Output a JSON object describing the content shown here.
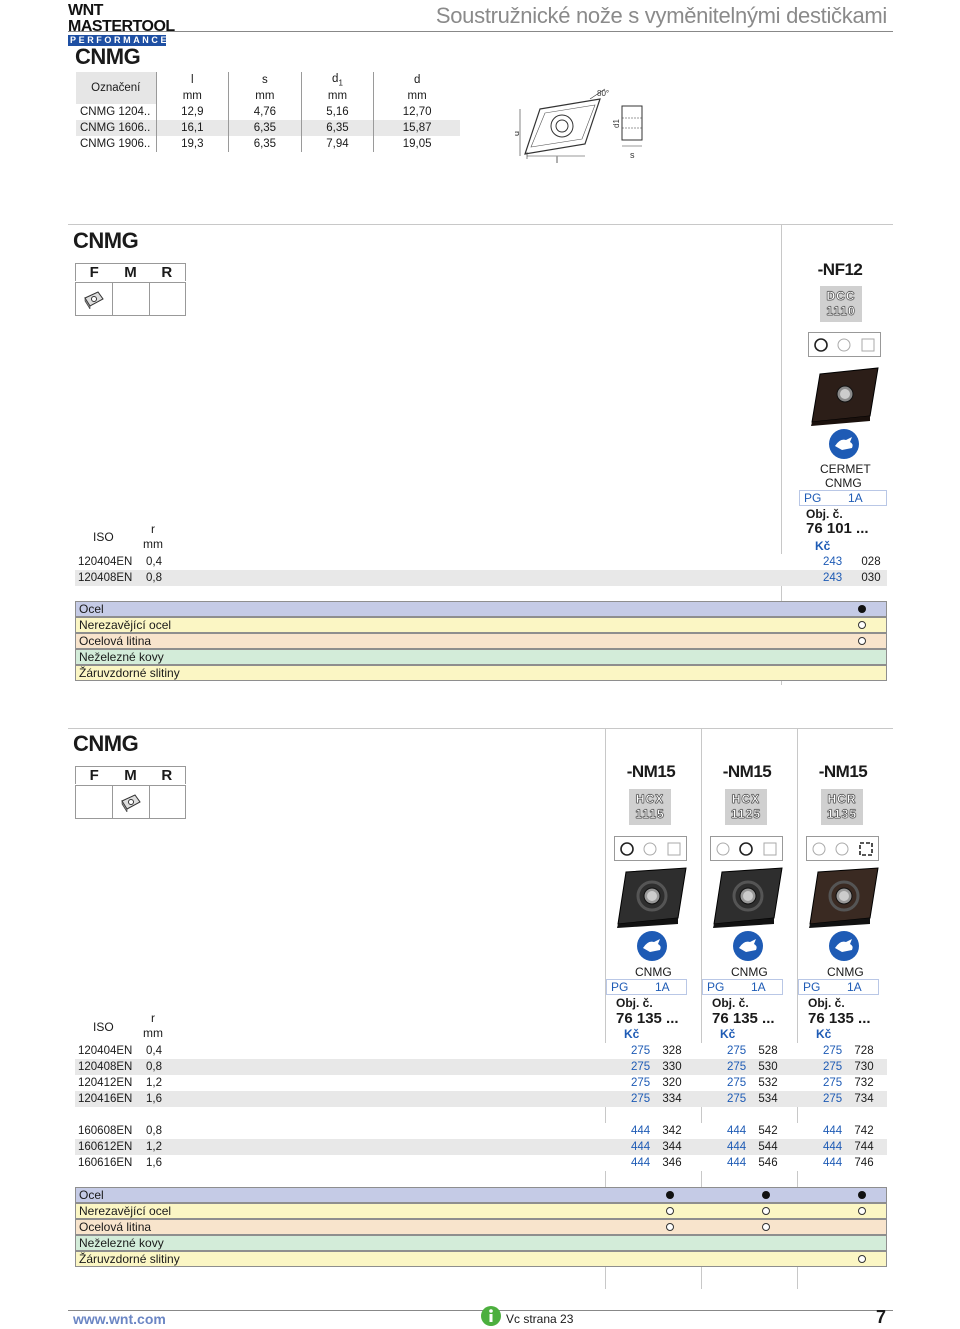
{
  "header": {
    "brand_line1": "WNT MASTERTOOL",
    "brand_line2": "PERFORMANCE",
    "doc_title": "Soustružnické nože s vyměnitelnými destičkami"
  },
  "intro": {
    "title": "CNMG",
    "columns": [
      {
        "label": "l",
        "unit": "mm"
      },
      {
        "label": "s",
        "unit": "mm"
      },
      {
        "label": "d",
        "sub": "1",
        "unit": "mm"
      },
      {
        "label": "d",
        "unit": "mm"
      }
    ],
    "designation_label": "Označení",
    "rows": [
      {
        "name": "CNMG 1204..",
        "values": [
          "12,9",
          "4,76",
          "5,16",
          "12,70"
        ]
      },
      {
        "name": "CNMG 1606..",
        "values": [
          "16,1",
          "6,35",
          "6,35",
          "15,87"
        ]
      },
      {
        "name": "CNMG 1906..",
        "values": [
          "19,3",
          "6,35",
          "7,94",
          "19,05"
        ]
      }
    ],
    "drawing_labels": {
      "d": "d",
      "l": "l",
      "angle": "80°",
      "d1": "d1",
      "s": "s"
    }
  },
  "section1": {
    "title": "CNMG",
    "fmr": [
      "F",
      "M",
      "R"
    ],
    "geometry": "-NF12",
    "grade": {
      "line1": "DCC",
      "line2": "1110"
    },
    "material": "CERMET",
    "shape": "CNMG",
    "pg_label": "PG",
    "pg_value": "1A",
    "order_label": "Obj. č.",
    "order_no": "76 101 ...",
    "price_label": "Kč",
    "iso_label": "ISO",
    "r_label": "r",
    "r_unit": "mm",
    "rows": [
      {
        "iso": "120404EN",
        "r": "0,4",
        "price": "243",
        "code": "028"
      },
      {
        "iso": "120408EN",
        "r": "0,8",
        "price": "243",
        "code": "030"
      }
    ],
    "materials": [
      {
        "name": "Ocel",
        "color": "#c5cbe6",
        "marks": [
          "full"
        ]
      },
      {
        "name": "Nerezavějící ocel",
        "color": "#fbf6c4",
        "marks": [
          "open"
        ]
      },
      {
        "name": "Ocelová litina",
        "color": "#f8e4cc",
        "marks": [
          "open"
        ]
      },
      {
        "name": "Neželezné kovy",
        "color": "#d3ecd9",
        "marks": [
          ""
        ]
      },
      {
        "name": "Žáruvzdorné slitiny",
        "color": "#fbf6c4",
        "marks": [
          ""
        ]
      }
    ]
  },
  "section2": {
    "title": "CNMG",
    "fmr": [
      "F",
      "M",
      "R"
    ],
    "iso_label": "ISO",
    "r_label": "r",
    "r_unit": "mm",
    "cols": [
      {
        "geometry": "-NM15",
        "grade1": "HCX",
        "grade2": "1115",
        "shape": "CNMG",
        "pg_label": "PG",
        "pg_value": "1A",
        "order_label": "Obj. č.",
        "order_no": "76 135 ...",
        "price_label": "Kč"
      },
      {
        "geometry": "-NM15",
        "grade1": "HCX",
        "grade2": "1125",
        "shape": "CNMG",
        "pg_label": "PG",
        "pg_value": "1A",
        "order_label": "Obj. č.",
        "order_no": "76 135 ...",
        "price_label": "Kč"
      },
      {
        "geometry": "-NM15",
        "grade1": "HCR",
        "grade2": "1135",
        "shape": "CNMG",
        "pg_label": "PG",
        "pg_value": "1A",
        "order_label": "Obj. č.",
        "order_no": "76 135 ...",
        "price_label": "Kč"
      }
    ],
    "rows": [
      {
        "iso": "120404EN",
        "r": "0,4",
        "cells": [
          [
            "275",
            "328"
          ],
          [
            "275",
            "528"
          ],
          [
            "275",
            "728"
          ]
        ]
      },
      {
        "iso": "120408EN",
        "r": "0,8",
        "cells": [
          [
            "275",
            "330"
          ],
          [
            "275",
            "530"
          ],
          [
            "275",
            "730"
          ]
        ]
      },
      {
        "iso": "120412EN",
        "r": "1,2",
        "cells": [
          [
            "275",
            "320"
          ],
          [
            "275",
            "532"
          ],
          [
            "275",
            "732"
          ]
        ]
      },
      {
        "iso": "120416EN",
        "r": "1,6",
        "cells": [
          [
            "275",
            "334"
          ],
          [
            "275",
            "534"
          ],
          [
            "275",
            "734"
          ]
        ]
      },
      {
        "iso": "160608EN",
        "r": "0,8",
        "cells": [
          [
            "444",
            "342"
          ],
          [
            "444",
            "542"
          ],
          [
            "444",
            "742"
          ]
        ]
      },
      {
        "iso": "160612EN",
        "r": "1,2",
        "cells": [
          [
            "444",
            "344"
          ],
          [
            "444",
            "544"
          ],
          [
            "444",
            "744"
          ]
        ]
      },
      {
        "iso": "160616EN",
        "r": "1,6",
        "cells": [
          [
            "444",
            "346"
          ],
          [
            "444",
            "546"
          ],
          [
            "444",
            "746"
          ]
        ]
      }
    ],
    "materials": [
      {
        "name": "Ocel",
        "color": "#c5cbe6",
        "marks": [
          "full",
          "full",
          "full"
        ]
      },
      {
        "name": "Nerezavějící ocel",
        "color": "#fbf6c4",
        "marks": [
          "open",
          "open",
          "open"
        ]
      },
      {
        "name": "Ocelová litina",
        "color": "#f8e4cc",
        "marks": [
          "open",
          "open",
          ""
        ]
      },
      {
        "name": "Neželezné kovy",
        "color": "#d3ecd9",
        "marks": [
          "",
          "",
          ""
        ]
      },
      {
        "name": "Žáruvzdorné slitiny",
        "color": "#fbf6c4",
        "marks": [
          "",
          "",
          "open"
        ]
      }
    ]
  },
  "footer": {
    "url": "www.wnt.com",
    "ref": "Vc strana 23",
    "page": "7"
  }
}
